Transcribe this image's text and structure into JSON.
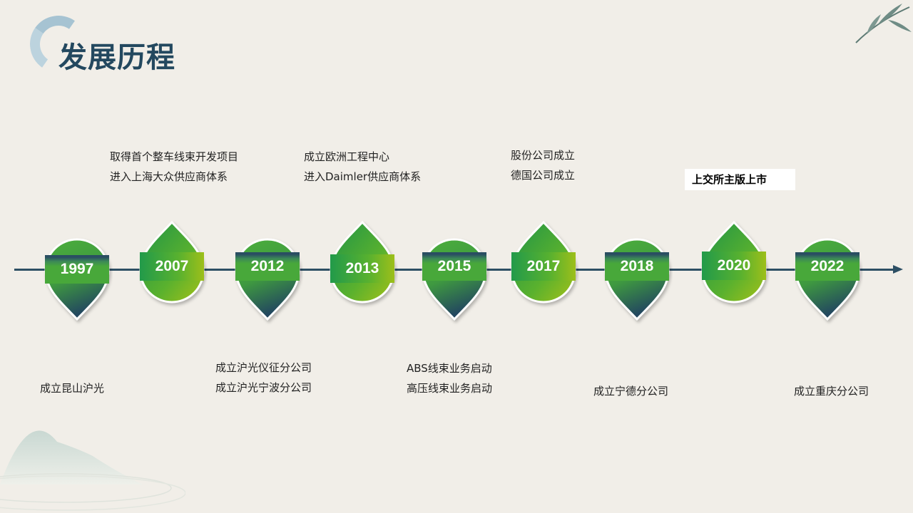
{
  "title": "发展历程",
  "milestones": [
    {
      "year": "1997",
      "shape": "down",
      "lines": [
        "成立昆山沪光"
      ],
      "pos": "below"
    },
    {
      "year": "2007",
      "shape": "up",
      "lines": [
        "取得首个整车线束开发项目",
        "进入上海大众供应商体系"
      ],
      "pos": "above"
    },
    {
      "year": "2012",
      "shape": "down",
      "lines": [
        "成立沪光仪征分公司",
        "成立沪光宁波分公司"
      ],
      "pos": "below"
    },
    {
      "year": "2013",
      "shape": "up",
      "lines": [
        "成立欧洲工程中心",
        "进入Daimler供应商体系"
      ],
      "pos": "above"
    },
    {
      "year": "2015",
      "shape": "down",
      "lines": [
        "ABS线束业务启动",
        "高压线束业务启动"
      ],
      "pos": "below"
    },
    {
      "year": "2017",
      "shape": "up",
      "lines": [
        "股份公司成立",
        "德国公司成立"
      ],
      "pos": "above"
    },
    {
      "year": "2018",
      "shape": "down",
      "lines": [
        "成立宁德分公司"
      ],
      "pos": "below"
    },
    {
      "year": "2020",
      "shape": "up",
      "lines": [
        "上交所主版上市"
      ],
      "pos": "above"
    },
    {
      "year": "2022",
      "shape": "down",
      "lines": [
        "成立重庆分公司"
      ],
      "pos": "below"
    }
  ]
}
